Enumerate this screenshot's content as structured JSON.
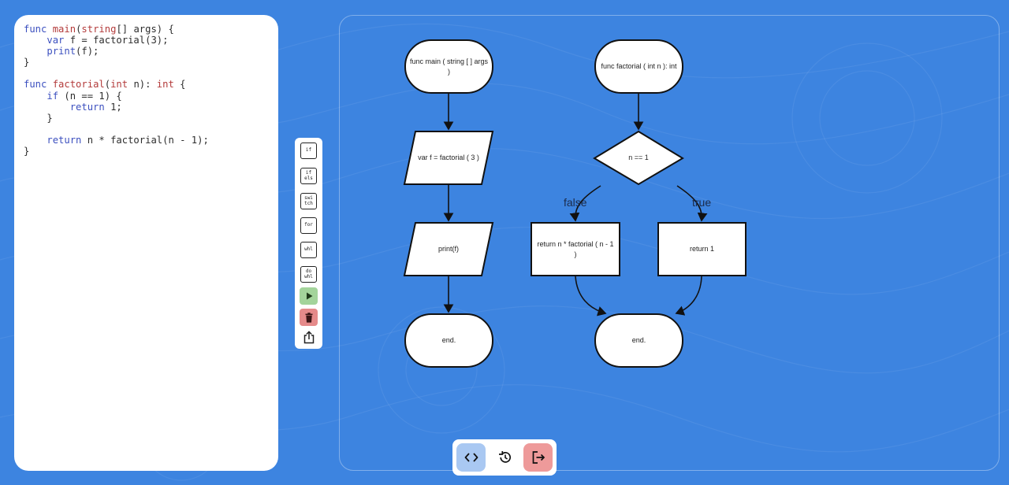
{
  "colors": {
    "background": "#3d84e0",
    "run_button": "#a3d49b",
    "delete_button": "#e58a8a",
    "code_view_button": "#a9c8f2",
    "exit_button": "#ee9a9a"
  },
  "code": {
    "lines": [
      "func main(string[] args) {",
      "    var f = factorial(3);",
      "    print(f);",
      "}",
      "",
      "func factorial(int n): int {",
      "    if (n == 1) {",
      "        return 1;",
      "    }",
      "",
      "    return n * factorial(n - 1);",
      "}"
    ]
  },
  "toolbar": {
    "buttons": [
      {
        "id": "if",
        "label": "if"
      },
      {
        "id": "ifelse",
        "label": "if\nels"
      },
      {
        "id": "switch",
        "label": "swi\ntch"
      },
      {
        "id": "for",
        "label": "for"
      },
      {
        "id": "while",
        "label": "whl"
      },
      {
        "id": "dowhile",
        "label": "do\nwhl"
      }
    ],
    "run_icon": "play-icon",
    "delete_icon": "trash-icon",
    "share_icon": "share-icon"
  },
  "flowchart": {
    "main": {
      "start": "func main ( string [ ] args )",
      "assign": "var f = factorial ( 3 )",
      "output": "print(f)",
      "end": "end."
    },
    "factorial": {
      "start": "func factorial ( int n ): int",
      "condition": "n == 1",
      "false_label": "false",
      "true_label": "true",
      "false_block": "return n * factorial ( n - 1 )",
      "true_block": "return 1",
      "end": "end."
    }
  },
  "bottom_bar": {
    "code_view_icon": "code-icon",
    "history_icon": "history-icon",
    "exit_icon": "exit-icon"
  }
}
